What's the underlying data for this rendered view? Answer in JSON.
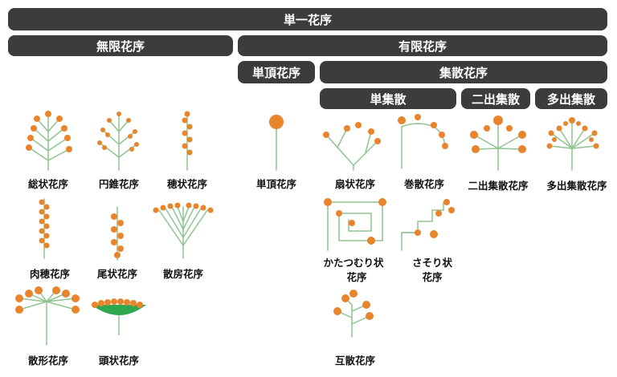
{
  "headers": {
    "root": "単一花序",
    "indefinite": "無限花序",
    "definite": "有限花序",
    "solitary": "単頂花序",
    "cymose": "集散花序",
    "monochasium": "単集散",
    "dichasium": "二出集散",
    "pleiochasium": "多出集散"
  },
  "labels": {
    "raceme": "総状花序",
    "panicle": "円錐花序",
    "spike": "穂状花序",
    "spadix": "肉穂花序",
    "catkin": "尾状花序",
    "corymb": "散房花序",
    "umbel": "散形花序",
    "capitulum": "頭状花序",
    "solitary_flower": "単頂花序",
    "rhipidium": "扇状花序",
    "cincinnus": "巻散花序",
    "dichasial_cyme": "二出集散花序",
    "pleiochasial_cyme": "多出集散花序",
    "helicoid_line1": "かたつむり状",
    "helicoid_line2": "花序",
    "scorpioid_line1": "さそり状",
    "scorpioid_line2": "花序",
    "alternate": "互散花序"
  },
  "colors": {
    "header_bg": "#3c3c3c",
    "flower": "#e8842c",
    "stem": "#8fc48f",
    "receptacle": "#2fa84f"
  }
}
